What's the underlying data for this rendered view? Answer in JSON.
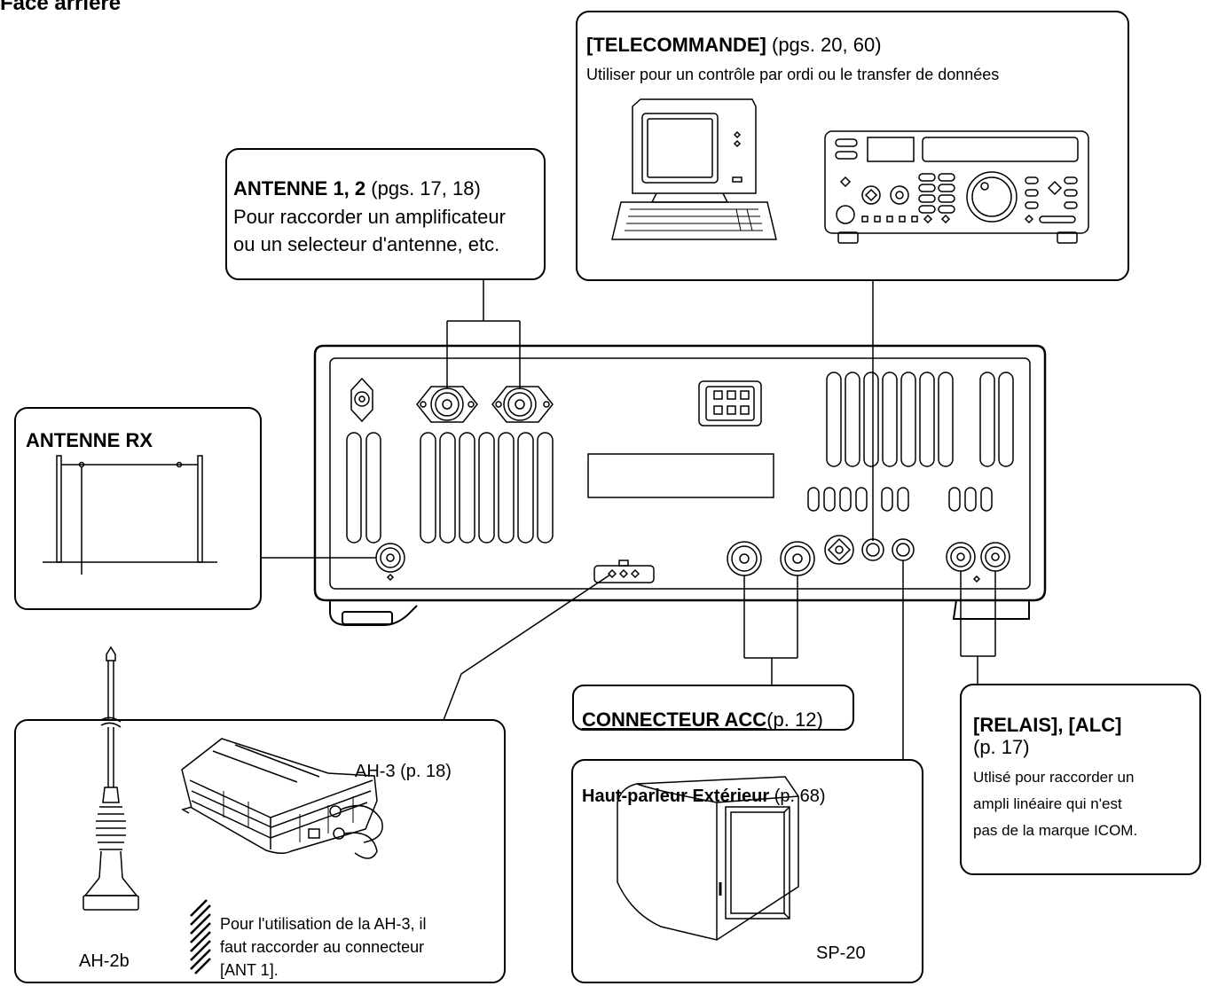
{
  "page_title": "Face arrière",
  "callouts": {
    "telecommande": {
      "label": "[TELECOMMANDE]",
      "pages": "(pgs. 20, 60)",
      "description": "Utiliser pour un contrôle par ordi ou le transfer de données"
    },
    "antenne12": {
      "label": "ANTENNE 1, 2",
      "pages": "(pgs. 17, 18)",
      "line1": "Pour raccorder un amplificateur",
      "line2": "ou un selecteur d'antenne, etc."
    },
    "antenne_rx": {
      "label": "ANTENNE RX"
    },
    "connecteur_acc": {
      "label": "CONNECTEUR ACC",
      "pages": "(p. 12)"
    },
    "relais_alc": {
      "label": "[RELAIS], [ALC]",
      "pages": "(p. 17)",
      "line1": "Utlisé pour raccorder un",
      "line2": "ampli linéaire qui n'est",
      "line3": "pas de la marque ICOM."
    },
    "haut_parleur": {
      "label": "Haut-parleur Extérieur",
      "pages": "(p. 68)",
      "model": "SP-20"
    },
    "accessories": {
      "tuner_model": "AH-3 (p. 18)",
      "antenna_model": "AH-2b",
      "note_line1": "Pour l'utilisation de la AH-3, il",
      "note_line2": "faut raccorder au connecteur",
      "note_line3": "[ANT 1]."
    }
  }
}
